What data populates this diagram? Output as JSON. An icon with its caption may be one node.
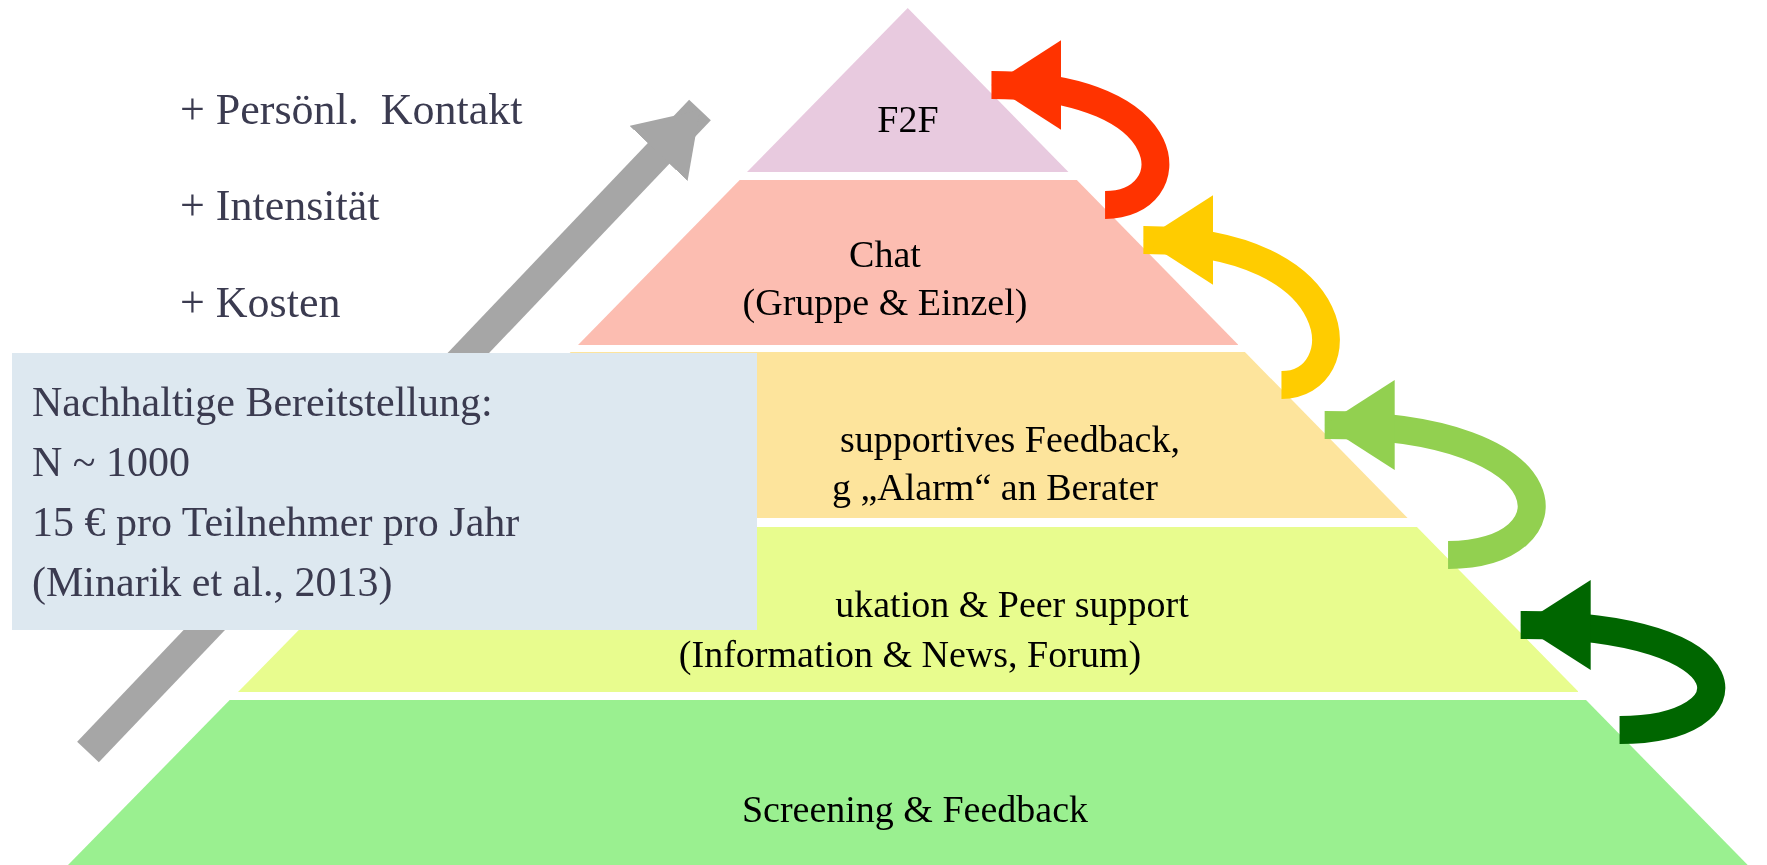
{
  "diagram": {
    "nodes": [
      {
        "text": [
          "F2F"
        ]
      },
      {
        "text": [
          "Chat",
          "(Gruppe & Einzel)"
        ]
      },
      {
        "text": [
          "supportives Feedback,",
          "g „Alarm“ an Berater"
        ]
      },
      {
        "text": [
          "ukation & Peer support",
          "(Information & News, Forum)"
        ]
      },
      {
        "text": [
          "Screening & Feedback"
        ]
      },
      {
        "text": [
          "Nachhaltige Bereitstellung:",
          "N ~ 1000",
          "15 € pro Teilnehmer pro Jahr",
          "(Minarik et al., 2013)"
        ]
      }
    ],
    "edges": [
      {
        "from": 1,
        "to": 0,
        "arrow": "to",
        "color": "#ff3300"
      },
      {
        "from": 2,
        "to": 1,
        "arrow": "to",
        "color": "#ffcc00"
      },
      {
        "from": 3,
        "to": 2,
        "arrow": "to",
        "color": "#92d050"
      },
      {
        "from": 4,
        "to": 3,
        "arrow": "to",
        "color": "#006600"
      }
    ],
    "labels": [
      "+ Persönl.  Kontakt",
      "+ Intensität",
      "+ Kosten"
    ]
  }
}
